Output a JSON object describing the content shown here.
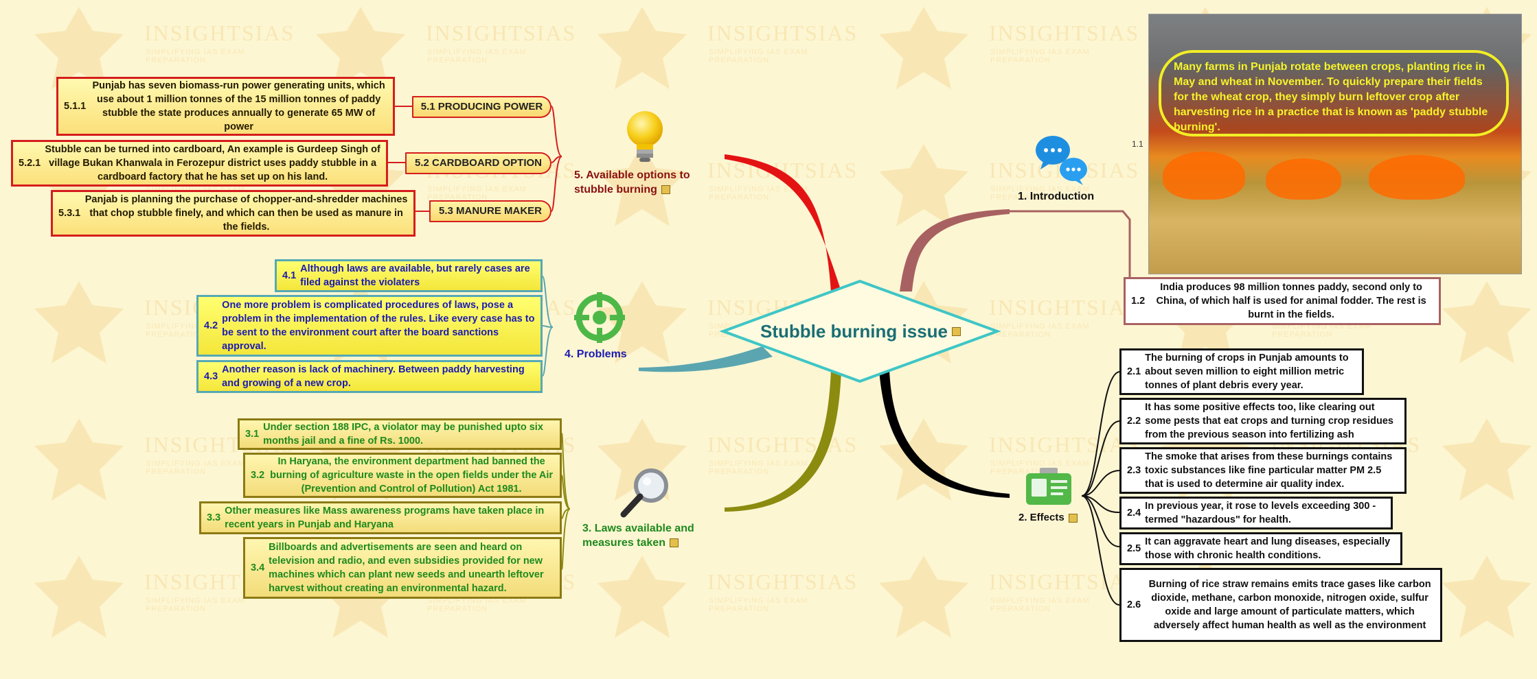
{
  "center_title": "Stubble burning issue",
  "watermark": {
    "text": "INSIGHTSIAS",
    "sub": "SIMPLIFYING IAS EXAM PREPARATION"
  },
  "branches": {
    "introduction": {
      "label": "1. Introduction",
      "items": [
        {
          "num": "1.1",
          "text": "Many farms in Punjab rotate between crops, planting rice in May and wheat in November. To quickly prepare their fields for the wheat crop, they simply burn leftover crop after harvesting rice in a practice that is known as 'paddy stubble burning'."
        },
        {
          "num": "1.2",
          "text": "India produces 98 million tonnes paddy, second only to China, of which half is used for animal fodder. The rest is burnt in the fields."
        }
      ]
    },
    "effects": {
      "label": "2. Effects",
      "items": [
        {
          "num": "2.1",
          "text": "The burning of crops in Punjab amounts to about seven million to eight million metric tonnes of plant debris every year."
        },
        {
          "num": "2.2",
          "text": "It has some positive effects too, like clearing out some pests that eat crops and turning crop residues from the previous season into fertilizing ash"
        },
        {
          "num": "2.3",
          "text": "The smoke that arises from these burnings contains toxic substances like fine particular matter PM 2.5 that is used to determine air quality index."
        },
        {
          "num": "2.4",
          "text": "In previous year, it rose to levels exceeding 300 - termed \"hazardous\" for health."
        },
        {
          "num": "2.5",
          "text": "It can aggravate heart and lung diseases, especially those with chronic health conditions."
        },
        {
          "num": "2.6",
          "text": "Burning of rice straw remains emits trace gases like carbon dioxide, methane, carbon monoxide, nitrogen oxide, sulfur oxide and large amount of particulate matters, which adversely affect human health as well as the environment"
        }
      ]
    },
    "laws": {
      "label": "3.  Laws available and measures taken",
      "items": [
        {
          "num": "3.1",
          "text": "Under section 188 IPC, a violator may be punished upto six months jail and a fine of Rs. 1000."
        },
        {
          "num": "3.2",
          "text": "In Haryana, the environment department had banned the burning of agriculture waste in the open fields under the Air (Prevention and Control of Pollution) Act 1981."
        },
        {
          "num": "3.3",
          "text": "Other measures like Mass awareness programs have taken place in recent years in Punjab and Haryana"
        },
        {
          "num": "3.4",
          "text": "Billboards and advertisements are seen and heard on television and radio, and even subsidies provided for new machines which can plant new seeds and unearth leftover harvest without creating an environmental hazard."
        }
      ]
    },
    "problems": {
      "label": "4. Problems",
      "items": [
        {
          "num": "4.1",
          "text": "Although laws are available, but rarely cases are filed against the violaters"
        },
        {
          "num": "4.2",
          "text": "One more problem is complicated procedures of laws, pose a problem in the implementation of the rules. Like every case has to be sent to the environment court after the board sanctions approval."
        },
        {
          "num": "4.3",
          "text": "Another reason is lack of machinery. Between paddy harvesting and growing of a new crop."
        }
      ]
    },
    "options": {
      "label": "5.  Available options to stubble burning",
      "subs": [
        {
          "label": "5.1 PRODUCING POWER",
          "num": "5.1.1",
          "text": "Punjab has seven biomass-run power generating units, which use about 1 million tonnes of the 15 million tonnes of paddy stubble the state produces annually to generate 65 MW of power"
        },
        {
          "label": "5.2 CARDBOARD OPTION",
          "num": "5.2.1",
          "text": "Stubble can be turned into cardboard, An example is Gurdeep Singh of village Bukan Khanwala in Ferozepur district uses paddy stubble in a cardboard factory that he has set up on his land."
        },
        {
          "label": "5.3 MANURE MAKER",
          "num": "5.3.1",
          "text": "Panjab is planning the purchase of chopper-and-shredder machines that chop stubble finely, and which can then be used as manure in the fields."
        }
      ]
    }
  },
  "icons": [
    "lightbulb-icon",
    "chat-bubbles-icon",
    "crosshair-icon",
    "magnifier-icon",
    "id-card-icon"
  ],
  "colors": {
    "options": "#e01010",
    "intro": "#a86161",
    "effects": "#000000",
    "laws": "#8b8b10",
    "problems": "#5aa5b0",
    "center": "#3ec6c6"
  }
}
